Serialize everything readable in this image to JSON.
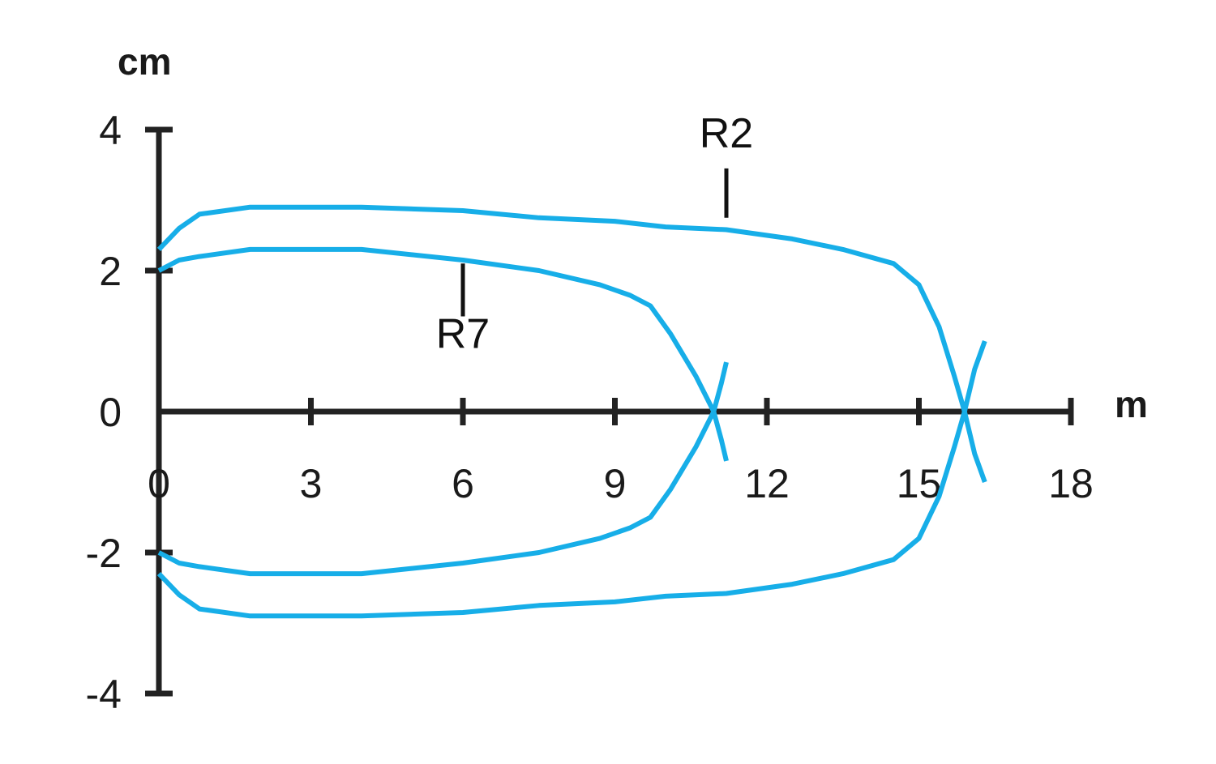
{
  "chart_data": {
    "type": "line",
    "xlabel": "m",
    "ylabel": "cm",
    "xlim": [
      0,
      18
    ],
    "ylim": [
      -4,
      4
    ],
    "x_ticks": [
      0,
      3,
      6,
      9,
      12,
      15,
      18
    ],
    "y_ticks": [
      -4,
      -2,
      0,
      2,
      4
    ],
    "x_tick_labels": [
      "0",
      "3",
      "6",
      "9",
      "12",
      "15",
      "18"
    ],
    "y_tick_labels": [
      "-4",
      "-2",
      "0",
      "2",
      "4"
    ],
    "grid": false,
    "legend": "none",
    "colors": {
      "series": "#17AEE8",
      "axis": "#222222"
    },
    "series": [
      {
        "name": "R2",
        "upper": [
          [
            0,
            2.3
          ],
          [
            0.4,
            2.6
          ],
          [
            0.8,
            2.8
          ],
          [
            1.8,
            2.9
          ],
          [
            4.0,
            2.9
          ],
          [
            6.0,
            2.85
          ],
          [
            7.5,
            2.75
          ],
          [
            9.0,
            2.7
          ],
          [
            10.0,
            2.62
          ],
          [
            11.2,
            2.58
          ],
          [
            12.5,
            2.45
          ],
          [
            13.5,
            2.3
          ],
          [
            14.5,
            2.1
          ],
          [
            15.0,
            1.8
          ],
          [
            15.4,
            1.2
          ],
          [
            15.7,
            0.5
          ],
          [
            15.9,
            0.0
          ],
          [
            16.1,
            -0.6
          ],
          [
            16.3,
            -1.0
          ]
        ],
        "lower": [
          [
            0,
            -2.3
          ],
          [
            0.4,
            -2.6
          ],
          [
            0.8,
            -2.8
          ],
          [
            1.8,
            -2.9
          ],
          [
            4.0,
            -2.9
          ],
          [
            6.0,
            -2.85
          ],
          [
            7.5,
            -2.75
          ],
          [
            9.0,
            -2.7
          ],
          [
            10.0,
            -2.62
          ],
          [
            11.2,
            -2.58
          ],
          [
            12.5,
            -2.45
          ],
          [
            13.5,
            -2.3
          ],
          [
            14.5,
            -2.1
          ],
          [
            15.0,
            -1.8
          ],
          [
            15.4,
            -1.2
          ],
          [
            15.7,
            -0.5
          ],
          [
            15.9,
            0.0
          ],
          [
            16.1,
            0.6
          ],
          [
            16.3,
            1.0
          ]
        ],
        "label_x": 11.2,
        "label_y": 3.75,
        "leader": [
          [
            11.2,
            3.45
          ],
          [
            11.2,
            2.75
          ]
        ]
      },
      {
        "name": "R7",
        "upper": [
          [
            0,
            2.0
          ],
          [
            0.4,
            2.15
          ],
          [
            0.8,
            2.2
          ],
          [
            1.8,
            2.3
          ],
          [
            4.0,
            2.3
          ],
          [
            6.0,
            2.15
          ],
          [
            7.5,
            2.0
          ],
          [
            8.7,
            1.8
          ],
          [
            9.3,
            1.65
          ],
          [
            9.7,
            1.5
          ],
          [
            10.1,
            1.1
          ],
          [
            10.6,
            0.5
          ],
          [
            10.95,
            0.0
          ],
          [
            11.1,
            -0.4
          ],
          [
            11.2,
            -0.7
          ]
        ],
        "lower": [
          [
            0,
            -2.0
          ],
          [
            0.4,
            -2.15
          ],
          [
            0.8,
            -2.2
          ],
          [
            1.8,
            -2.3
          ],
          [
            4.0,
            -2.3
          ],
          [
            6.0,
            -2.15
          ],
          [
            7.5,
            -2.0
          ],
          [
            8.7,
            -1.8
          ],
          [
            9.3,
            -1.65
          ],
          [
            9.7,
            -1.5
          ],
          [
            10.1,
            -1.1
          ],
          [
            10.6,
            -0.5
          ],
          [
            10.95,
            0.0
          ],
          [
            11.1,
            0.4
          ],
          [
            11.2,
            0.7
          ]
        ],
        "label_x": 6.0,
        "label_y": 0.9,
        "leader": [
          [
            6.0,
            2.1
          ],
          [
            6.0,
            1.35
          ]
        ]
      }
    ]
  }
}
